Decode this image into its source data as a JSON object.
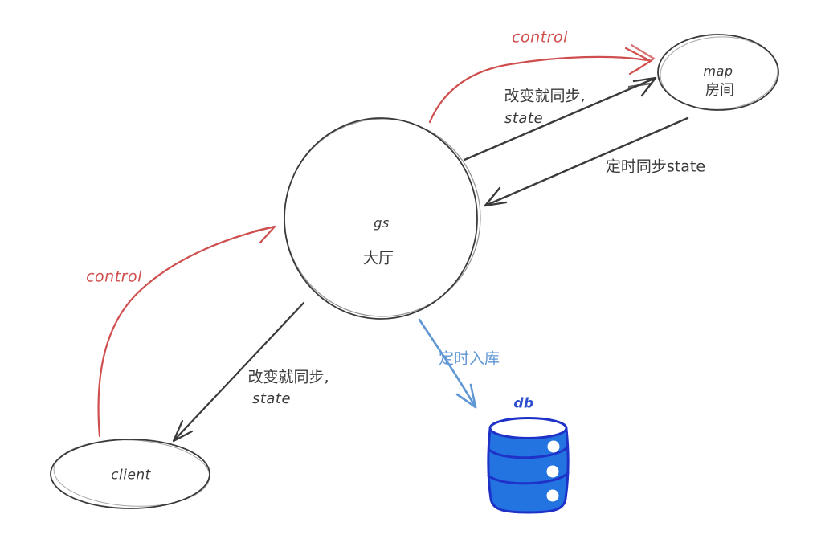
{
  "nodes": {
    "gs": {
      "label": "gs",
      "sublabel": "大厅"
    },
    "map": {
      "label": "map",
      "sublabel": "房间"
    },
    "client": {
      "label": "client"
    },
    "db": {
      "label": "db"
    }
  },
  "edges": {
    "control_client_to_gs": {
      "label": "control"
    },
    "control_gs_to_map": {
      "label": "control"
    },
    "sync_gs_to_map": {
      "line1": "改变就同步,",
      "line2": "state"
    },
    "timed_sync_map_to_gs": {
      "label": "定时同步state"
    },
    "sync_gs_to_client": {
      "line1": "改变就同步,",
      "line2": "state"
    },
    "timed_store_gs_to_db": {
      "label": "定时入库"
    }
  },
  "colors": {
    "control_red": "#cf4f4f",
    "arrow_black": "#3a3a3a",
    "store_blue": "#5f96d4",
    "db_fill": "#2373e1",
    "db_stroke": "#1e32c8",
    "db_label_blue": "#2d4ecd",
    "background": "#ffffff"
  }
}
